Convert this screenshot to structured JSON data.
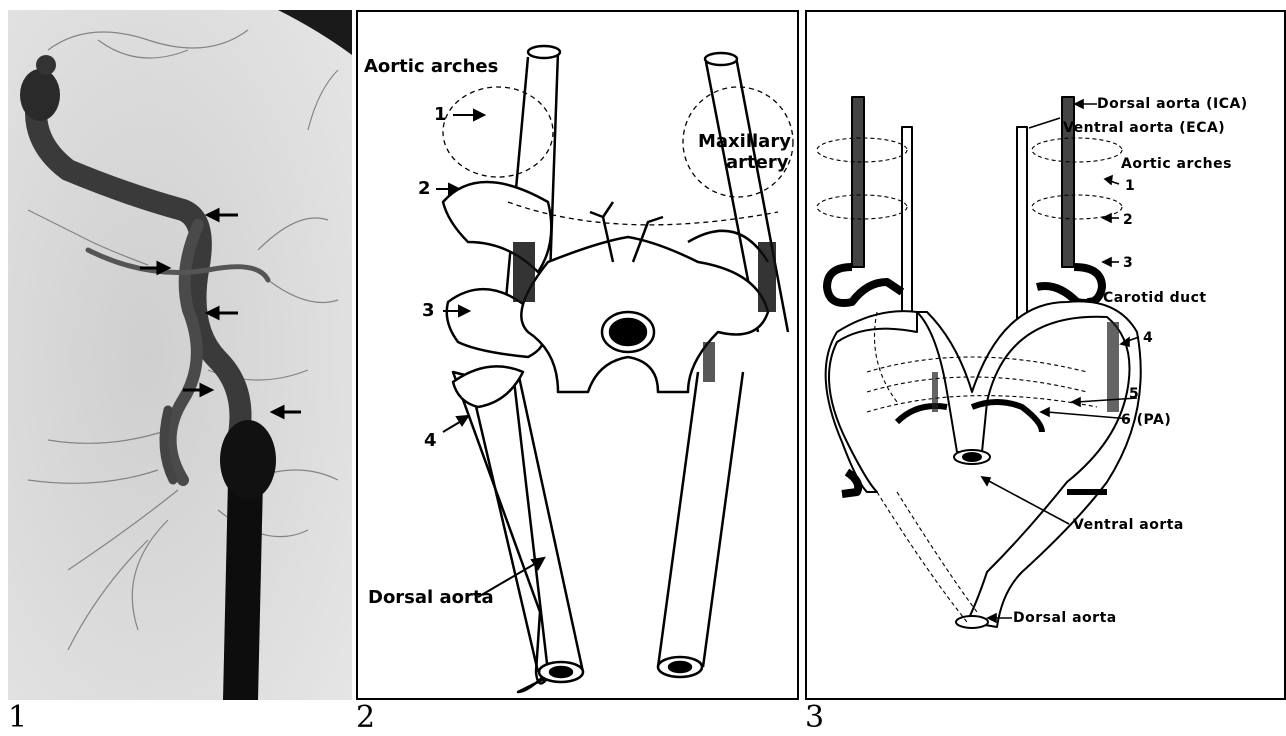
{
  "figure_numbers": [
    "1",
    "2",
    "3"
  ],
  "panel2": {
    "labels": {
      "aortic_arches": "Aortic arches",
      "maxillary_line1": "Maxillary",
      "maxillary_line2": "artery",
      "arch1": "1",
      "arch2": "2",
      "arch3": "3",
      "arch4": "4",
      "dorsal_aorta": "Dorsal aorta"
    }
  },
  "panel3": {
    "labels": {
      "dorsal_aorta_ica": "Dorsal aorta (ICA)",
      "ventral_aorta_eca": "Ventral aorta (ECA)",
      "aortic_arches": "Aortic arches",
      "arch1": "1",
      "arch2": "2",
      "arch3": "3",
      "carotid_duct": "Carotid duct",
      "arch4": "4",
      "arch5": "5",
      "arch6": "6 (PA)",
      "ventral_aorta": "Ventral aorta",
      "dorsal_aorta": "Dorsal aorta"
    }
  }
}
